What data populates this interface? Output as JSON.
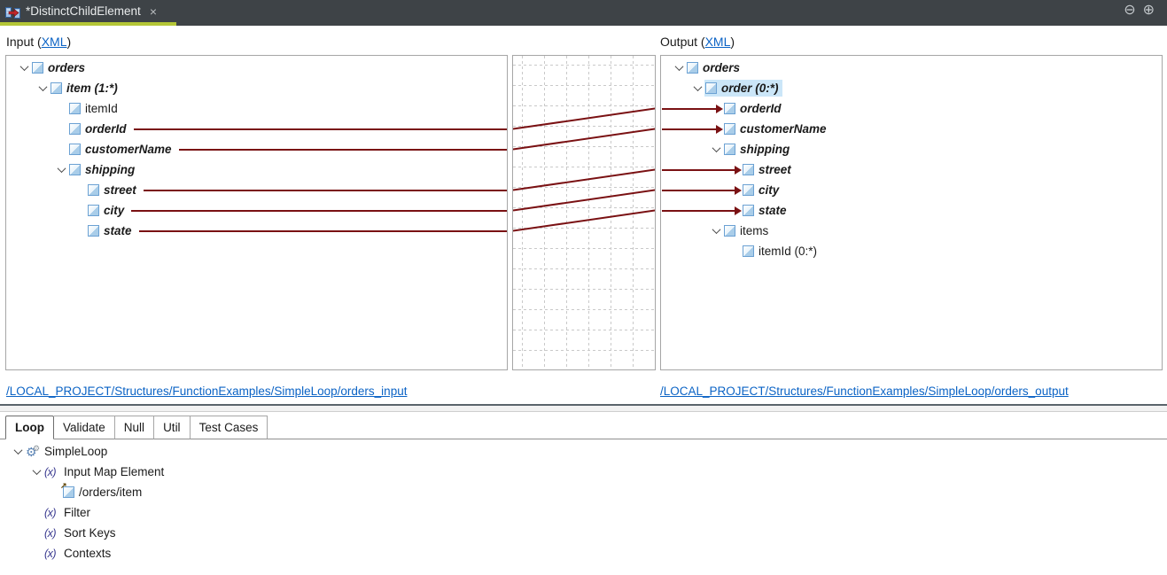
{
  "window": {
    "tab_title": "*DistinctChildElement",
    "close_glyph": "×",
    "collapse_glyph": "⊖",
    "expand_glyph": "⊕"
  },
  "colors": {
    "mapping_line": "#7a1113",
    "grid_line": "#c9c9c9",
    "selection_bg": "#cbe6f8",
    "tab_underline": "#b4c636",
    "link_blue": "#0b63c5"
  },
  "input": {
    "header_prefix": "Input (",
    "header_link": "XML",
    "header_suffix": ")",
    "path": "/LOCAL_PROJECT/Structures/FunctionExamples/SimpleLoop/orders_input",
    "tree": [
      {
        "label": "orders",
        "depth": 0,
        "expanded": true,
        "emphasis": true
      },
      {
        "label": "item (1:*)",
        "depth": 1,
        "expanded": true,
        "emphasis": true
      },
      {
        "label": "itemId",
        "depth": 2,
        "emphasis": false
      },
      {
        "label": "orderId",
        "depth": 2,
        "emphasis": true,
        "mapped": true
      },
      {
        "label": "customerName",
        "depth": 2,
        "emphasis": true,
        "mapped": true
      },
      {
        "label": "shipping",
        "depth": 2,
        "expanded": true,
        "emphasis": true
      },
      {
        "label": "street",
        "depth": 3,
        "emphasis": true,
        "mapped": true
      },
      {
        "label": "city",
        "depth": 3,
        "emphasis": true,
        "mapped": true
      },
      {
        "label": "state",
        "depth": 3,
        "emphasis": true,
        "mapped": true
      }
    ]
  },
  "output": {
    "header_prefix": "Output (",
    "header_link": "XML",
    "header_suffix": ")",
    "path": "/LOCAL_PROJECT/Structures/FunctionExamples/SimpleLoop/orders_output",
    "tree": [
      {
        "label": "orders",
        "depth": 0,
        "expanded": true,
        "emphasis": true
      },
      {
        "label": "order (0:*)",
        "depth": 1,
        "expanded": true,
        "emphasis": true,
        "selected": true
      },
      {
        "label": "orderId",
        "depth": 2,
        "emphasis": true,
        "mapped": true
      },
      {
        "label": "customerName",
        "depth": 2,
        "emphasis": true,
        "mapped": true
      },
      {
        "label": "shipping",
        "depth": 2,
        "expanded": true,
        "emphasis": true
      },
      {
        "label": "street",
        "depth": 3,
        "emphasis": true,
        "mapped": true
      },
      {
        "label": "city",
        "depth": 3,
        "emphasis": true,
        "mapped": true
      },
      {
        "label": "state",
        "depth": 3,
        "emphasis": true,
        "mapped": true
      },
      {
        "label": "items",
        "depth": 2,
        "expanded": true,
        "emphasis": false
      },
      {
        "label": "itemId (0:*)",
        "depth": 3,
        "emphasis": false
      }
    ]
  },
  "mappings": [
    {
      "from": "orderId",
      "to": "orderId"
    },
    {
      "from": "customerName",
      "to": "customerName"
    },
    {
      "from": "street",
      "to": "street"
    },
    {
      "from": "city",
      "to": "city"
    },
    {
      "from": "state",
      "to": "state"
    }
  ],
  "bottom": {
    "tabs": [
      {
        "label": "Loop",
        "active": true
      },
      {
        "label": "Validate",
        "active": false
      },
      {
        "label": "Null",
        "active": false
      },
      {
        "label": "Util",
        "active": false
      },
      {
        "label": "Test Cases",
        "active": false
      }
    ],
    "tree": [
      {
        "label": "SimpleLoop",
        "depth": 0,
        "expanded": true,
        "icon": "gears-icon"
      },
      {
        "label": "Input Map Element",
        "depth": 1,
        "expanded": true,
        "icon": "function-icon"
      },
      {
        "label": "/orders/item",
        "depth": 2,
        "icon": "element-ref-icon"
      },
      {
        "label": "Filter",
        "depth": 1,
        "icon": "function-icon"
      },
      {
        "label": "Sort Keys",
        "depth": 1,
        "icon": "function-icon"
      },
      {
        "label": "Contexts",
        "depth": 1,
        "icon": "function-icon"
      }
    ]
  }
}
